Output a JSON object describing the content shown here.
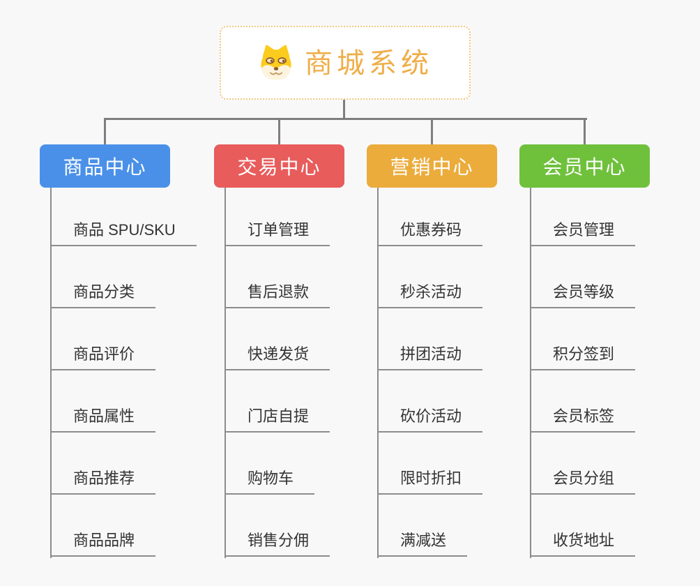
{
  "root": {
    "title": "商城系统",
    "icon": "shiba-dog-icon",
    "title_color": "#EFAE49",
    "border_color": "#F3C87E"
  },
  "connector_color": "#7E7E7E",
  "line_color": "#8C8C8C",
  "background_color": "#F8F8F8",
  "branches": [
    {
      "label": "商品中心",
      "color": "#4A90E8",
      "items": [
        "商品 SPU/SKU",
        "商品分类",
        "商品评价",
        "商品属性",
        "商品推荐",
        "商品品牌"
      ]
    },
    {
      "label": "交易中心",
      "color": "#E85C5C",
      "items": [
        "订单管理",
        "售后退款",
        "快递发货",
        "门店自提",
        "购物车",
        "销售分佣"
      ]
    },
    {
      "label": "营销中心",
      "color": "#EBAC3C",
      "items": [
        "优惠券码",
        "秒杀活动",
        "拼团活动",
        "砍价活动",
        "限时折扣",
        "满减送"
      ]
    },
    {
      "label": "会员中心",
      "color": "#6FC13C",
      "items": [
        "会员管理",
        "会员等级",
        "积分签到",
        "会员标签",
        "会员分组",
        "收货地址"
      ]
    }
  ]
}
